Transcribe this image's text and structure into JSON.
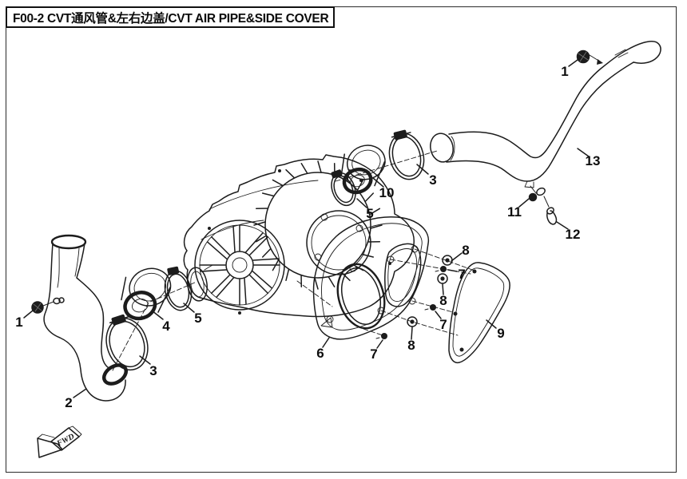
{
  "title": "F00-2 CVT通风管&左右边盖/CVT AIR PIPE&SIDE COVER",
  "direction_marker": "FWD",
  "colors": {
    "background": "#ffffff",
    "line": "#1c1c1c"
  },
  "callouts": [
    {
      "number": "1"
    },
    {
      "number": "2"
    },
    {
      "number": "3"
    },
    {
      "number": "4"
    },
    {
      "number": "5"
    },
    {
      "number": "6"
    },
    {
      "number": "7"
    },
    {
      "number": "7"
    },
    {
      "number": "7"
    },
    {
      "number": "8"
    },
    {
      "number": "8"
    },
    {
      "number": "8"
    },
    {
      "number": "9"
    },
    {
      "number": "10"
    },
    {
      "number": "5"
    },
    {
      "number": "3"
    },
    {
      "number": "11"
    },
    {
      "number": "12"
    },
    {
      "number": "13"
    },
    {
      "number": "1"
    }
  ]
}
